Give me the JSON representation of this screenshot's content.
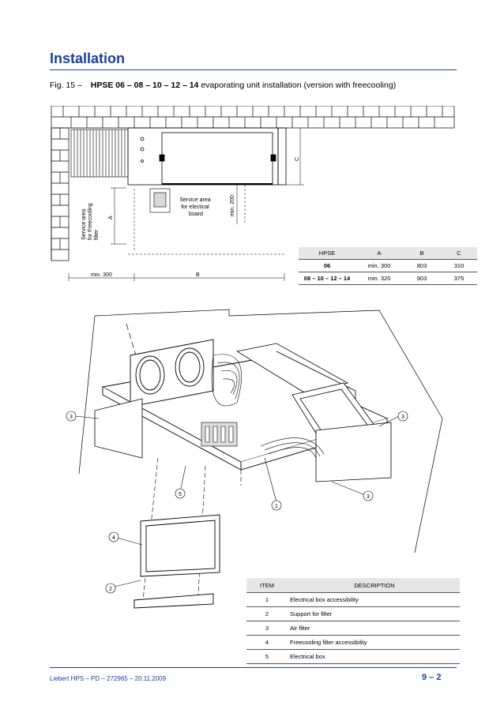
{
  "header": {
    "title": "Installation"
  },
  "figure": {
    "number": "Fig. 15 –",
    "model": "HPSE 06 – 08 – 10 – 12 – 14",
    "caption": "evaporating unit installation (version with freecooling)"
  },
  "plan_labels": {
    "service_filter": [
      "Service area",
      "for Freecooling",
      "filter"
    ],
    "service_board": [
      "Service area",
      "for electical",
      "board"
    ],
    "dim_a": "A",
    "dim_b": "B",
    "dim_c": "C",
    "min300": "min. 300",
    "min200": "min. 200"
  },
  "dimension_table": {
    "headers": [
      "HPSE",
      "A",
      "B",
      "C"
    ],
    "rows": [
      [
        "06",
        "min. 300",
        "803",
        "310"
      ],
      [
        "08 – 10 – 12 – 14",
        "min. 320",
        "903",
        "375"
      ]
    ]
  },
  "callouts": [
    "3",
    "3",
    "3",
    "5",
    "1",
    "4",
    "2"
  ],
  "items_table": {
    "headers": [
      "ITEM",
      "DESCRIPTION"
    ],
    "rows": [
      [
        "1",
        "Electrical box accessibility"
      ],
      [
        "2",
        "Support for filter"
      ],
      [
        "3",
        "Air filter"
      ],
      [
        "4",
        "Freecooling filter accessibility"
      ],
      [
        "5",
        "Electrical box"
      ]
    ]
  },
  "footer": {
    "doc": "Liebert HPS – PD – 272965 – 20.11.2009",
    "page": "9 – 2"
  }
}
